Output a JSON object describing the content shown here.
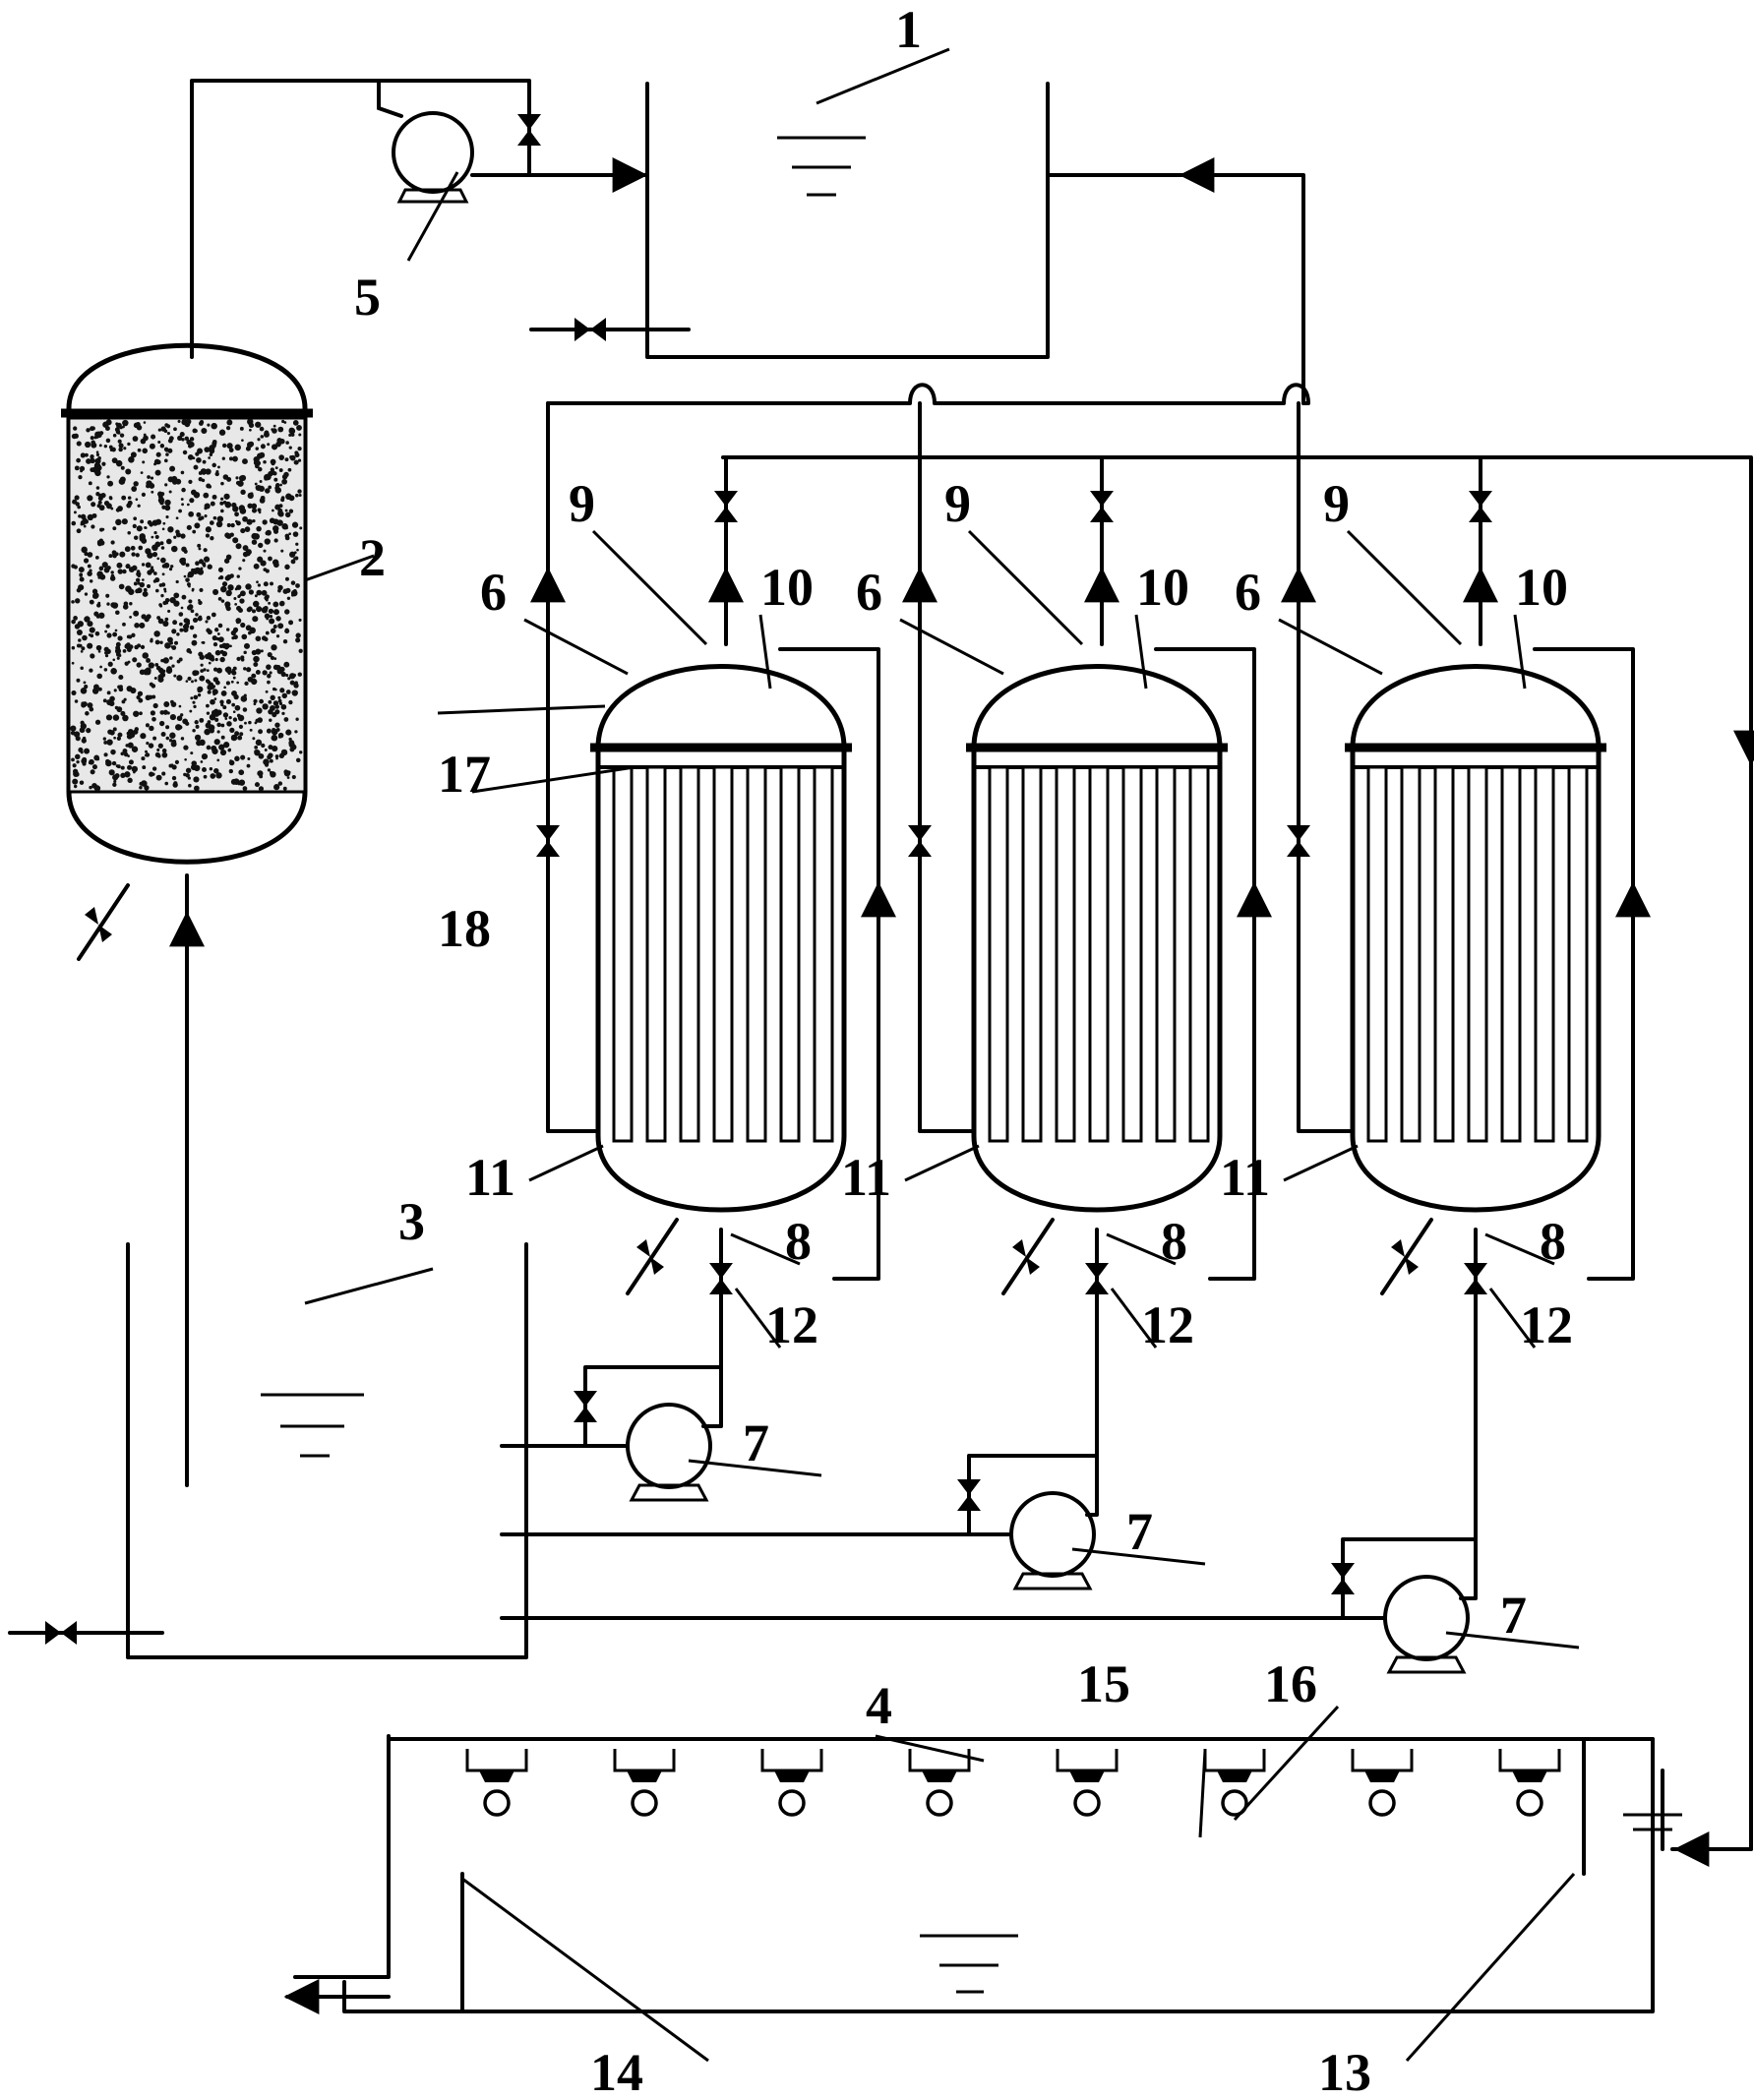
{
  "labels": {
    "tank1": "1",
    "column2": "2",
    "tank3": "3",
    "trough4": "4",
    "pump5": "5",
    "vessel6": "6",
    "pump7": "7",
    "outlet8": "8",
    "outlet9": "9",
    "inlet10": "10",
    "inlet11": "11",
    "valve12": "12",
    "weir13": "13",
    "weir14": "14",
    "nozzle15": "15",
    "holder16": "16",
    "plate17": "17",
    "tubes18": "18"
  },
  "icons": {
    "valve": "gate-valve-icon",
    "pump": "centrifugal-pump-icon",
    "arrow": "flow-arrow-icon",
    "liquid": "liquid-level-icon"
  }
}
